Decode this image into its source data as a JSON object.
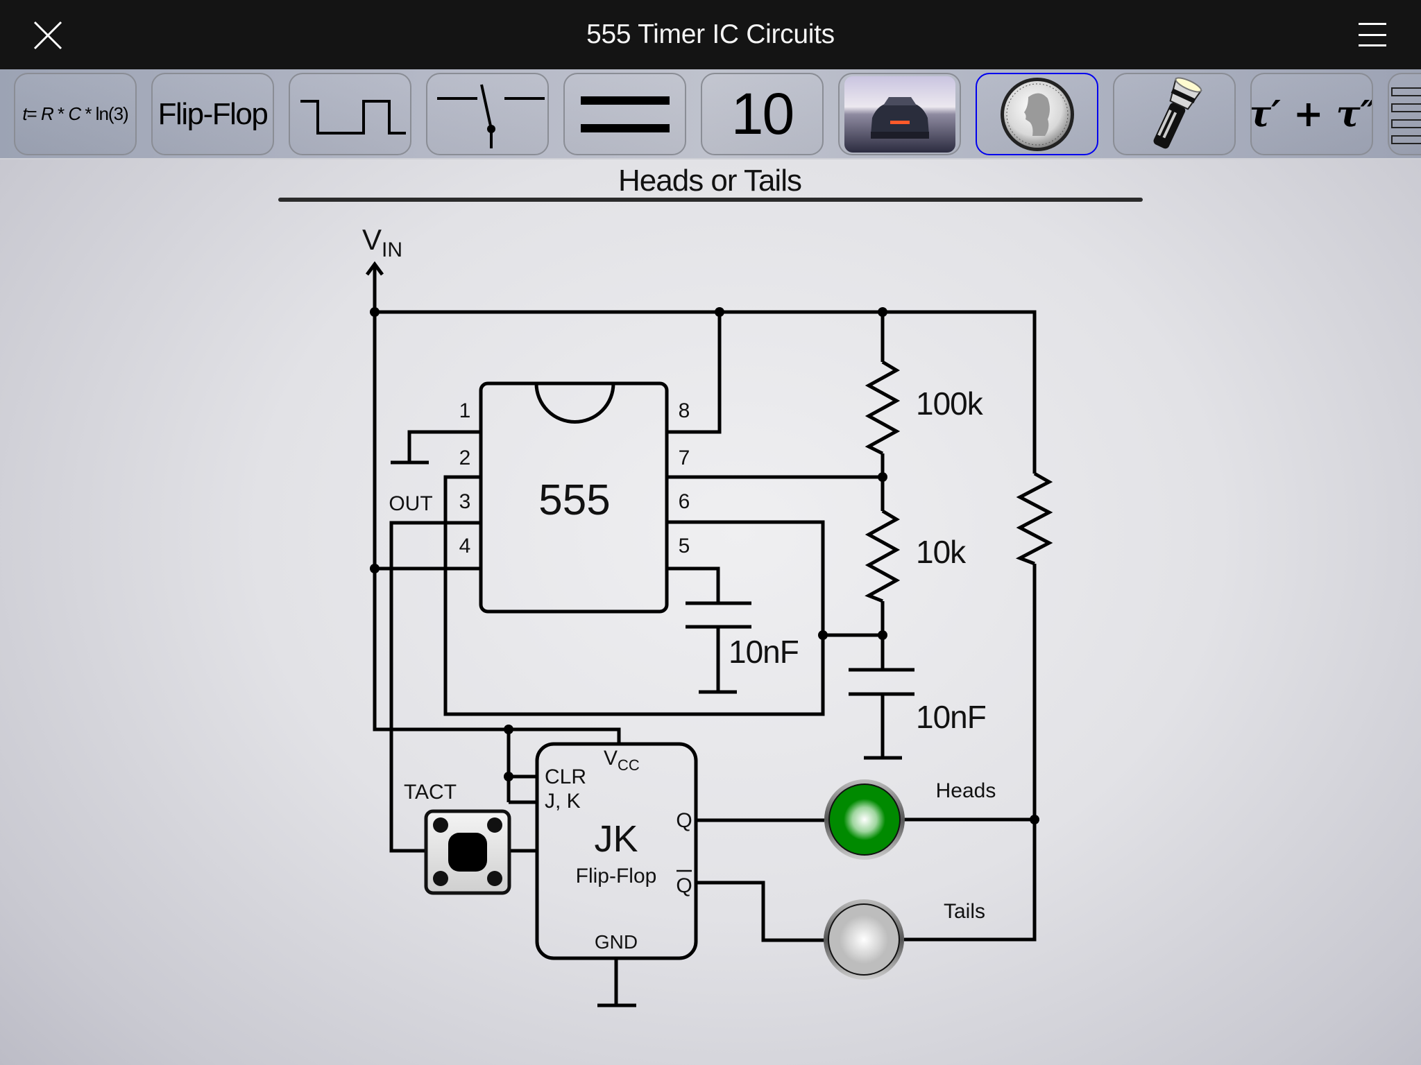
{
  "header": {
    "title": "555 Timer IC Circuits",
    "close_icon": "close-icon",
    "menu_icon": "hamburger-menu-icon"
  },
  "toolbar": {
    "selected_index": 7,
    "selected_color": "#0000ee",
    "buttons": [
      {
        "id": "formula",
        "label": "t= R * C * ln(3)",
        "icon": "formula-text"
      },
      {
        "id": "flip-flop",
        "label": "Flip-Flop",
        "icon": "text"
      },
      {
        "id": "square-wave",
        "label": "",
        "icon": "square-wave-icon"
      },
      {
        "id": "switch",
        "label": "",
        "icon": "switch-icon"
      },
      {
        "id": "equals",
        "label": "",
        "icon": "equals-icon"
      },
      {
        "id": "ten",
        "label": "10",
        "icon": "text"
      },
      {
        "id": "car",
        "label": "",
        "icon": "car-photo-icon"
      },
      {
        "id": "coin",
        "label": "",
        "icon": "quarter-coin-icon"
      },
      {
        "id": "flashlight",
        "label": "",
        "icon": "flashlight-icon"
      },
      {
        "id": "tau",
        "label": "τ′ + τ″",
        "icon": "formula-text"
      },
      {
        "id": "list",
        "label": "",
        "icon": "list-icon"
      }
    ]
  },
  "circuit": {
    "title": "Heads or Tails",
    "vin_label": "V",
    "vin_sub": "IN",
    "ic555": {
      "label": "555",
      "pins_left": [
        "1",
        "2",
        "3",
        "4"
      ],
      "pins_right": [
        "8",
        "7",
        "6",
        "5"
      ],
      "out_label": "OUT"
    },
    "r1_label": "100k",
    "r2_label": "10k",
    "c1_label": "10nF",
    "c2_label": "10nF",
    "tact_label": "TACT",
    "jk": {
      "title": "JK",
      "subtitle": "Flip-Flop",
      "vcc": "V",
      "vcc_sub": "CC",
      "clr": "CLR",
      "jk_in": "J, K",
      "q": "Q",
      "qbar": "Q",
      "gnd": "GND"
    },
    "led_heads": {
      "label": "Heads",
      "state": "on",
      "color": "#008a00"
    },
    "led_tails": {
      "label": "Tails",
      "state": "off",
      "color": "#bdbdbd"
    }
  }
}
